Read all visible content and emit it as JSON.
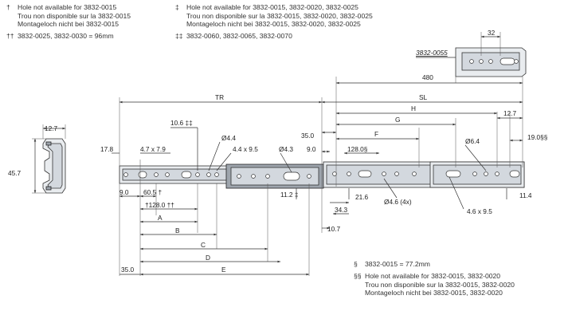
{
  "notes": {
    "n1_sym": "†",
    "n1_l1": "Hole not available for 3832-0015",
    "n1_l2": "Trou non disponible sur la 3832-0015",
    "n1_l3": "Montageloch nicht bei 3832-0015",
    "n2_sym": "‡",
    "n2_l1": "Hole not available for 3832-0015, 3832-0020, 3832-0025",
    "n2_l2": "Trou non disponible sur la 3832-0015, 3832-0020, 3832-0025",
    "n2_l3": "Montageloch nicht bei 3832-0015, 3832-0020, 3832-0025",
    "n3_sym": "††",
    "n3_l1": "3832-0025, 3832-0030 = 96mm",
    "n4_sym": "‡‡",
    "n4_l1": "3832-0060, 3832-0065, 3832-0070",
    "n5_sym": "§",
    "n5_l1": "3832-0015 = 77.2mm",
    "n6_sym": "§§",
    "n6_l1": "Hole not available for 3832-0015, 3832-0020",
    "n6_l2": "Trou non disponible sur la 3832-0015, 3832-0020",
    "n6_l3": "Montageloch nicht bei 3832-0015, 3832-0020"
  },
  "dims": {
    "d32": "32",
    "part_no": "3832-0055",
    "d480": "480",
    "TR": "TR",
    "SL": "SL",
    "H": "H",
    "G": "G",
    "F": "F",
    "d12_7a": "12.7",
    "d12_7b": "12.7",
    "d45_7": "45.7",
    "d17_8": "17.8",
    "d4_7x7_9": "4.7 x 7.9",
    "d10_6": "10.6 ‡‡",
    "d4_4": "Ø4.4",
    "d4_4x9_5": "4.4 x 9.5",
    "d4_3": "Ø4.3",
    "d35a": "35.0",
    "d9a": "9.0",
    "d128a": "128.0§",
    "d6_4": "Ø6.4",
    "d19": "19.0§§",
    "d9b": "9.0",
    "d60_5": "60.5 †",
    "d128b": "†128.0 ††",
    "A": "A",
    "B": "B",
    "C": "C",
    "D": "D",
    "E": "E",
    "d35b": "35.0",
    "d11_2": "11.2 ‡",
    "d21_6": "21.6",
    "d34_3": "34.3",
    "d4_6": "Ø4.6 (4x)",
    "d10_7": "10.7",
    "d11_4": "11.4",
    "d4_6x9_5": "4.6 x 9.5"
  }
}
